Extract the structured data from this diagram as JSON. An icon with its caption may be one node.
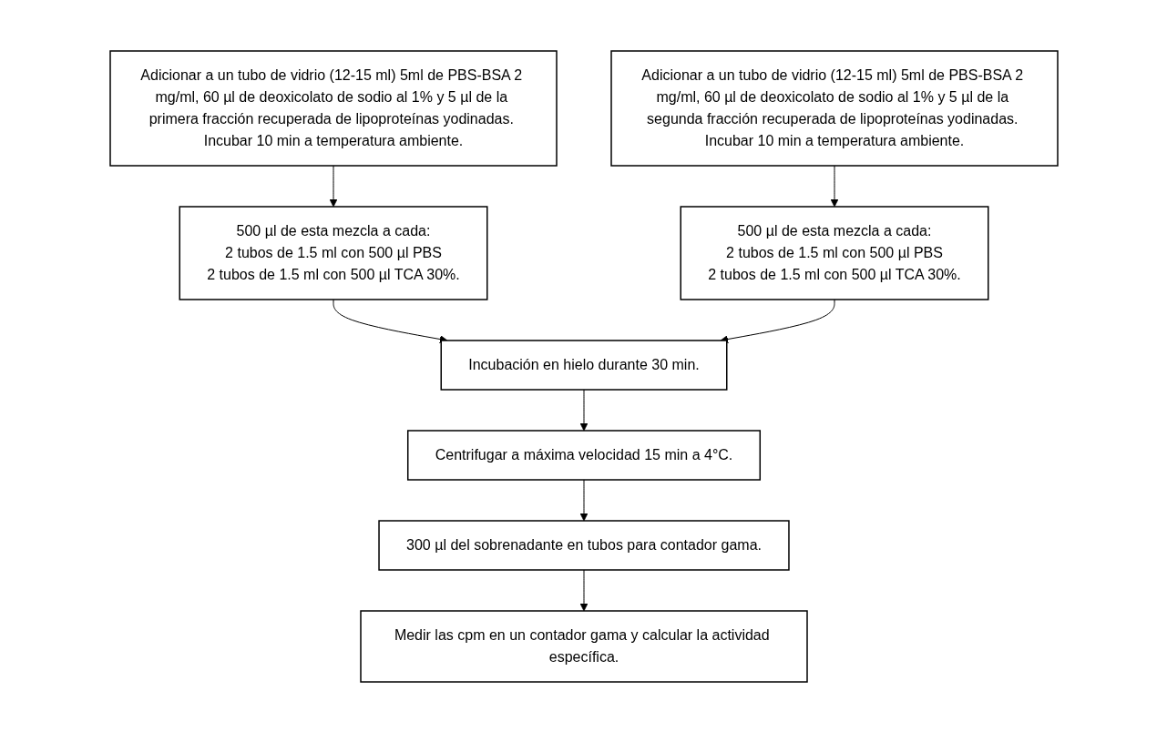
{
  "diagram": {
    "nodes": [
      {
        "text": [
          "Adicionar a un tubo de vidrio (12-15 ml) 5ml de PBS-BSA 2 mg/ml, 60 µl de deoxicolato de sodio al 1% y 5 µl de la primera fracción recuperada de lipoproteínas yodinadas. Incubar 10 min a temperatura ambiente."
        ]
      },
      {
        "text": [
          "Adicionar a un tubo de vidrio (12-15 ml) 5ml de PBS-BSA 2 mg/ml, 60 µl de deoxicolato de sodio al 1% y 5 µl de la segunda fracción recuperada de lipoproteínas yodinadas. Incubar 10 min a temperatura ambiente."
        ]
      },
      {
        "text": [
          "500 µl de esta mezcla a cada:",
          "2 tubos de 1.5 ml con 500 µl PBS",
          "2 tubos de 1.5 ml con 500 µl TCA 30%."
        ]
      },
      {
        "text": [
          "500 µl de esta mezcla a cada:",
          "2 tubos de 1.5 ml con 500 µl PBS",
          "2 tubos de 1.5 ml con 500 µl TCA 30%."
        ]
      },
      {
        "text": [
          "Incubación en hielo durante 30 min."
        ]
      },
      {
        "text": [
          "Centrifugar a máxima velocidad 15 min a 4°C."
        ]
      },
      {
        "text": [
          "300 µl del sobrenadante en tubos para contador gama."
        ]
      },
      {
        "text": [
          "Medir las cpm en un contador gama y calcular la actividad específica."
        ]
      }
    ],
    "edges": [
      {
        "from": 0,
        "to": 2,
        "arrow": "to"
      },
      {
        "from": 1,
        "to": 3,
        "arrow": "to"
      },
      {
        "from": 2,
        "to": 4,
        "arrow": "to"
      },
      {
        "from": 3,
        "to": 4,
        "arrow": "to"
      },
      {
        "from": 4,
        "to": 5,
        "arrow": "to"
      },
      {
        "from": 5,
        "to": 6,
        "arrow": "to"
      },
      {
        "from": 6,
        "to": 7,
        "arrow": "to"
      }
    ]
  }
}
